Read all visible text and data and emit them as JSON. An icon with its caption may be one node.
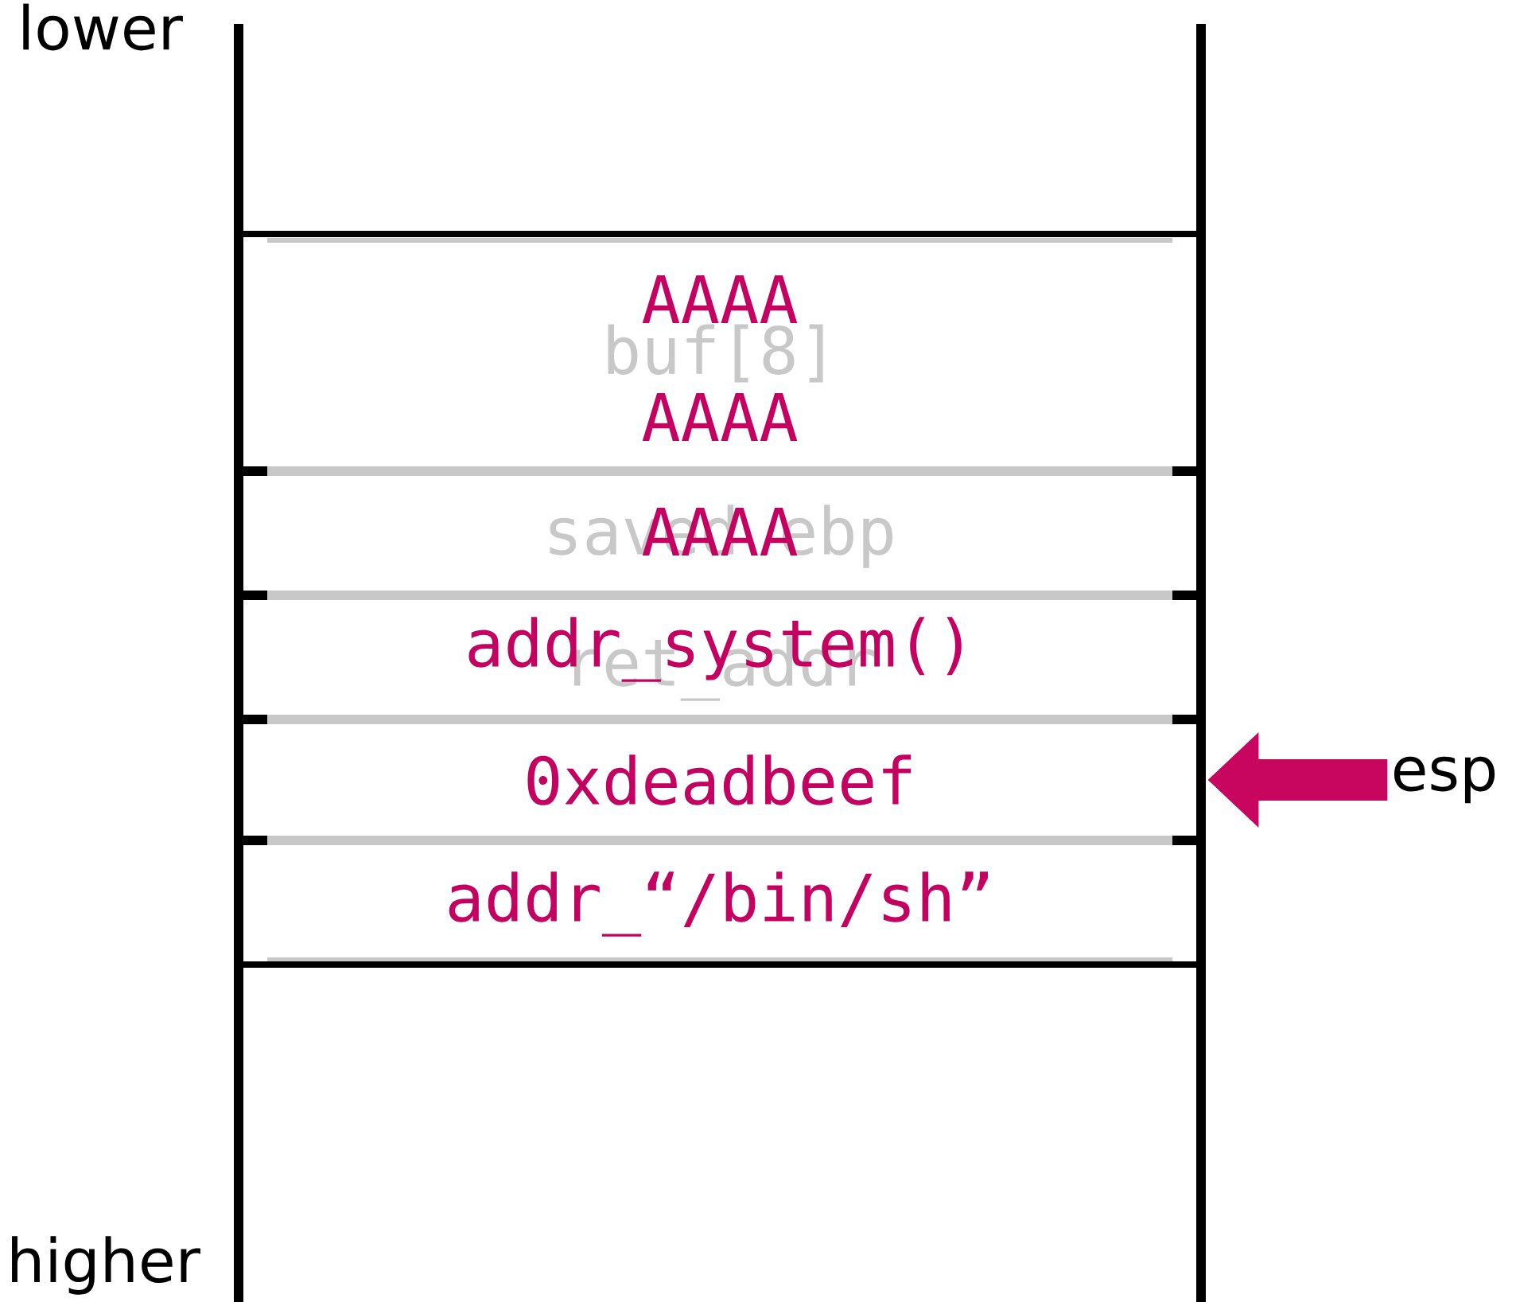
{
  "diagram": {
    "nodes": [
      {
        "text": [
          "AAAA",
          "buf[8]",
          "AAAA"
        ]
      },
      {
        "text": [
          "saved ebp",
          "AAAA"
        ]
      },
      {
        "text": [
          "ret_addr",
          "addr_system()"
        ]
      },
      {
        "text": [
          "0xdeadbeef"
        ]
      },
      {
        "text": [
          "addr_“/bin/sh”"
        ]
      },
      {
        "text": [
          "esp"
        ]
      }
    ],
    "edges": [
      {
        "from": 5,
        "to": 3,
        "arrow": "to",
        "color": "#c8065f"
      }
    ],
    "labels": [
      "lower",
      "higher"
    ]
  }
}
